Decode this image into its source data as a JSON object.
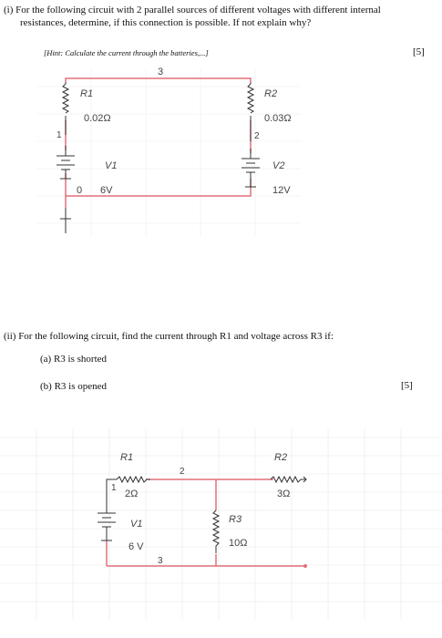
{
  "q1": {
    "line1": "(i) For the following circuit with 2 parallel sources of different voltages with different internal",
    "line2": "resistances, determine, if this connection is possible. If not explain why?",
    "hint": "[Hint: Calculate the current through the batteries,...]",
    "marks": "[5]",
    "circuit": {
      "node_top": "3",
      "r1_name": "R1",
      "r1_value": "0.02Ω",
      "r2_name": "R2",
      "r2_value": "0.03Ω",
      "node_left": "1",
      "node_right": "2",
      "v1_name": "V1",
      "v1_value": "6V",
      "v1_prefix": "0",
      "v2_name": "V2",
      "v2_value": "12V"
    }
  },
  "q2": {
    "line1": "(ii) For the following circuit, find the current through R1 and voltage across R3 if:",
    "part_a": "(a) R3 is shorted",
    "part_b": "(b) R3 is opened",
    "marks": "[5]",
    "circuit": {
      "r1_name": "R1",
      "r1_value": "2Ω",
      "r2_name": "R2",
      "r2_value": "3Ω",
      "r3_name": "R3",
      "r3_value": "10Ω",
      "v1_name": "V1",
      "v1_value": "6 V",
      "node_1": "1",
      "node_2": "2",
      "node_3": "3"
    }
  }
}
